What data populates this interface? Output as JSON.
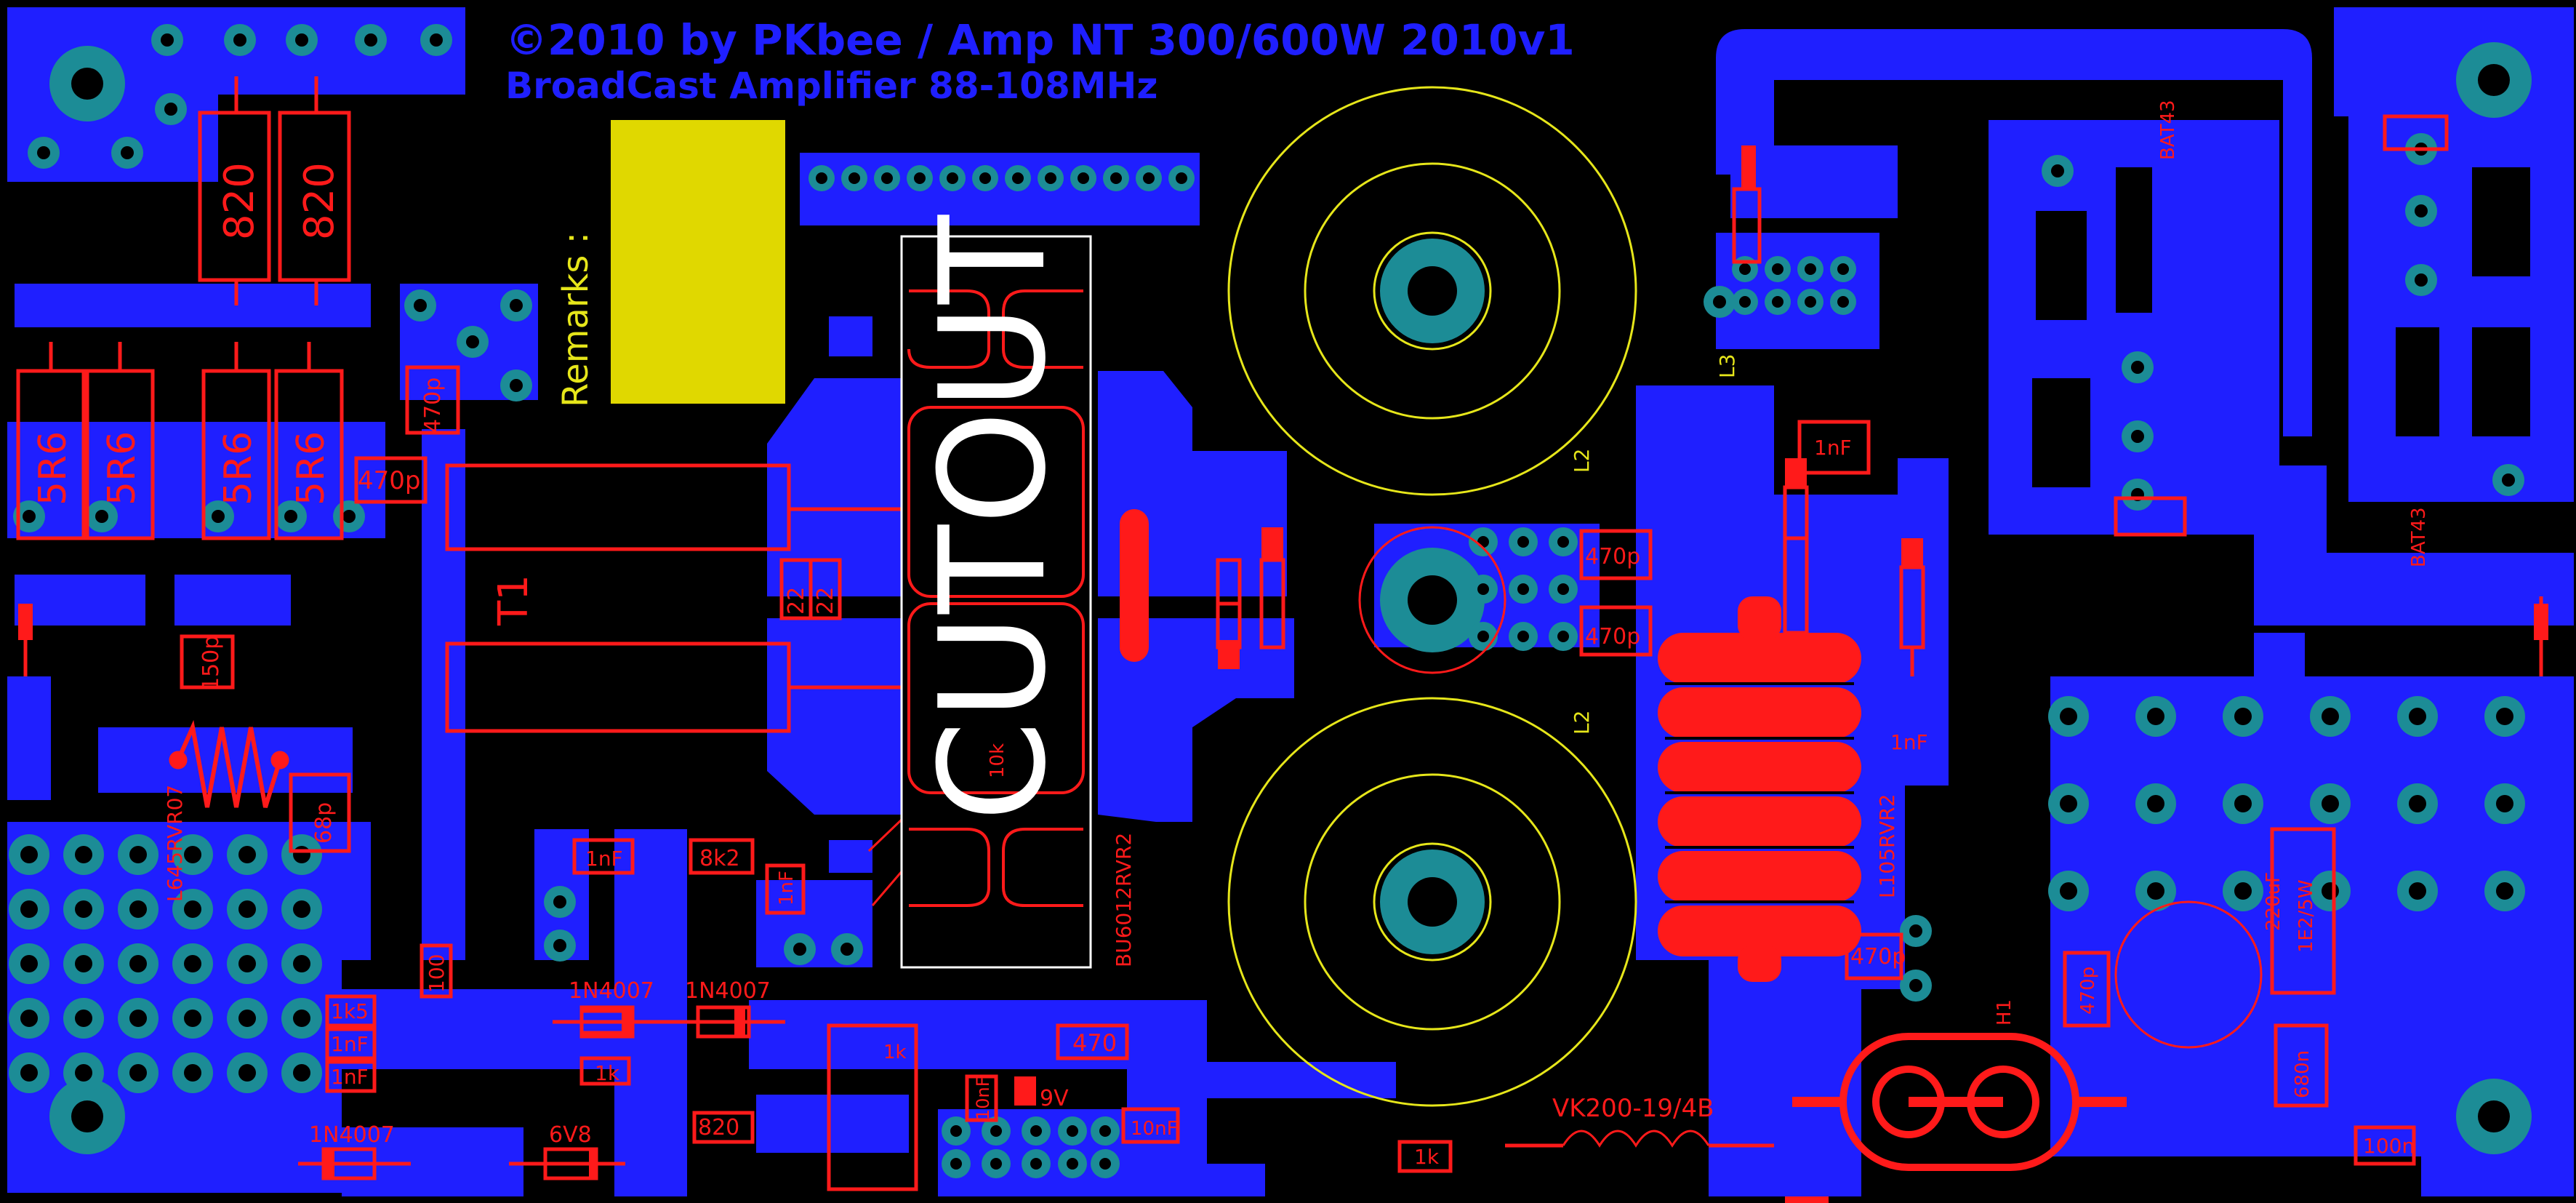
{
  "title": {
    "line1": "©2010 by PKbee / Amp NT 300/600W 2010v1",
    "line2": "BroadCast Amplifier 88-108MHz"
  },
  "remarks": "Remarks :",
  "cutout": "CUTOUT",
  "colors": {
    "background": "#000000",
    "copper": "#1f1fff",
    "pad": "#1c8c96",
    "silkscreen": "#ff1a1a",
    "outline": "#e6e61a",
    "remarks_box": "#e0d800"
  },
  "components": {
    "r820a": "820",
    "r820b": "820",
    "r5r6a": "5R6",
    "r5r6b": "5R6",
    "r5r6c": "5R6",
    "r5r6d": "5R6",
    "c470p_v": "470p",
    "c470p_h": "470p",
    "t1": "T1",
    "r22a": "22",
    "r22b": "22",
    "c150p": "150p",
    "c68p": "68p",
    "l64": "L645RVR07",
    "c1nf_a": "1nF",
    "r8k2": "8k2",
    "c1nf_b": "1nF",
    "r100": "100",
    "r1k5": "1k5",
    "c1nf_c": "1nF",
    "c1nf_d": "1nF",
    "d1": "1N4007",
    "d2": "1N4007",
    "r1k_a": "1k",
    "r820c": "820",
    "d3": "1N4007",
    "z6v8": "6V8",
    "pot1k": "1k",
    "r470": "470",
    "c10nf_a": "10nF",
    "z9v": "9V",
    "c10nf_b": "10nF",
    "r10k": "10k",
    "bu": "BU6012RVR2",
    "l2a": "L2",
    "l2b": "L2",
    "c470p_a": "470p",
    "c470p_b": "470p",
    "c1nf_e": "1nF",
    "c1nf_f": "1nF",
    "l3": "L3",
    "l105": "L105RVR2",
    "c470p_c": "470p",
    "vk": "VK200-19/4B",
    "r1k_b": "1k",
    "h1": "H1",
    "bat1": "BAT43",
    "bat2": "BAT43",
    "c470p_d": "470p",
    "c220u": "220uF",
    "r1e2": "1E2/5W",
    "c680n": "680n",
    "c100n": "100n"
  }
}
